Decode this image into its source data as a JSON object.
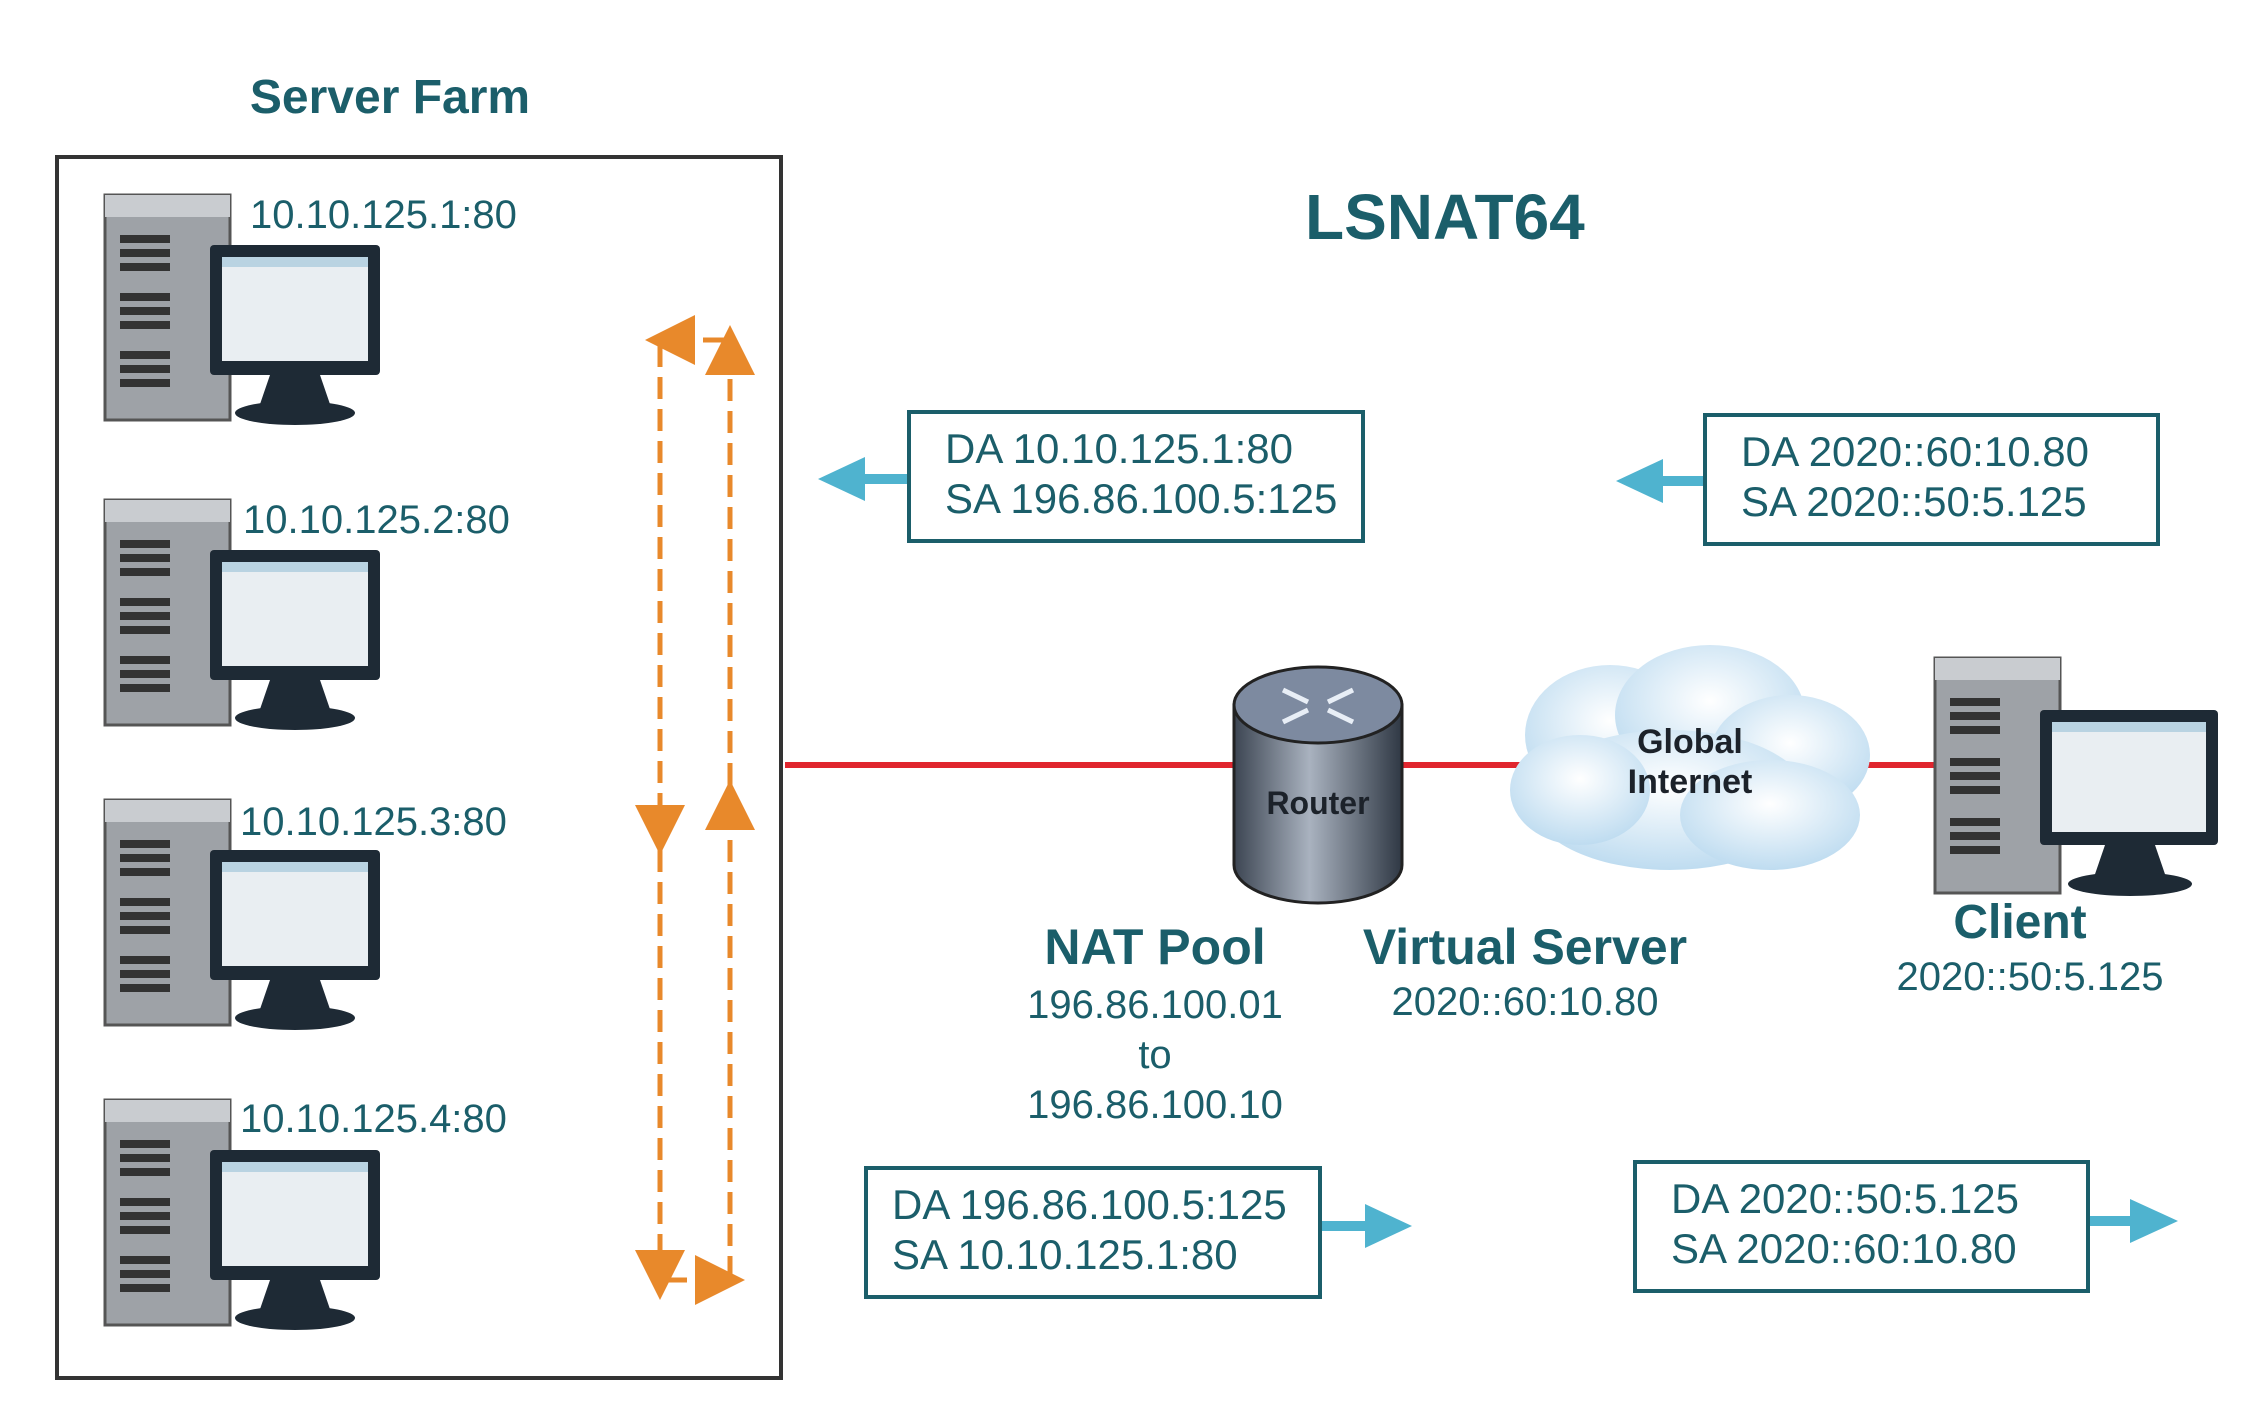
{
  "title": "LSNAT64",
  "server_farm": {
    "title": "Server Farm",
    "servers": [
      {
        "address": "10.10.125.1:80"
      },
      {
        "address": "10.10.125.2:80"
      },
      {
        "address": "10.10.125.3:80"
      },
      {
        "address": "10.10.125.4:80"
      }
    ]
  },
  "router": {
    "label": "Router"
  },
  "cloud": {
    "line1": "Global",
    "line2": "Internet"
  },
  "nat_pool": {
    "title": "NAT Pool",
    "start": "196.86.100.01",
    "to": "to",
    "end": "196.86.100.10"
  },
  "virtual_server": {
    "title": "Virtual Server",
    "address": "2020::60:10.80"
  },
  "client": {
    "title": "Client",
    "address": "2020::50:5.125"
  },
  "packets": {
    "top_left": {
      "da": "DA 10.10.125.1:80",
      "sa": "SA 196.86.100.5:125"
    },
    "top_right": {
      "da": "DA 2020::60:10.80",
      "sa": "SA 2020::50:5.125"
    },
    "bottom_left": {
      "da": "DA 196.86.100.5:125",
      "sa": "SA 10.10.125.1:80"
    },
    "bottom_right": {
      "da": "DA 2020::50:5.125",
      "sa": "SA 2020::60:10.80"
    }
  },
  "colors": {
    "teal": "#1b5e6a",
    "red_link": "#e0262e",
    "orange_flow": "#e8892b",
    "arrow_blue": "#4fb3cf"
  }
}
